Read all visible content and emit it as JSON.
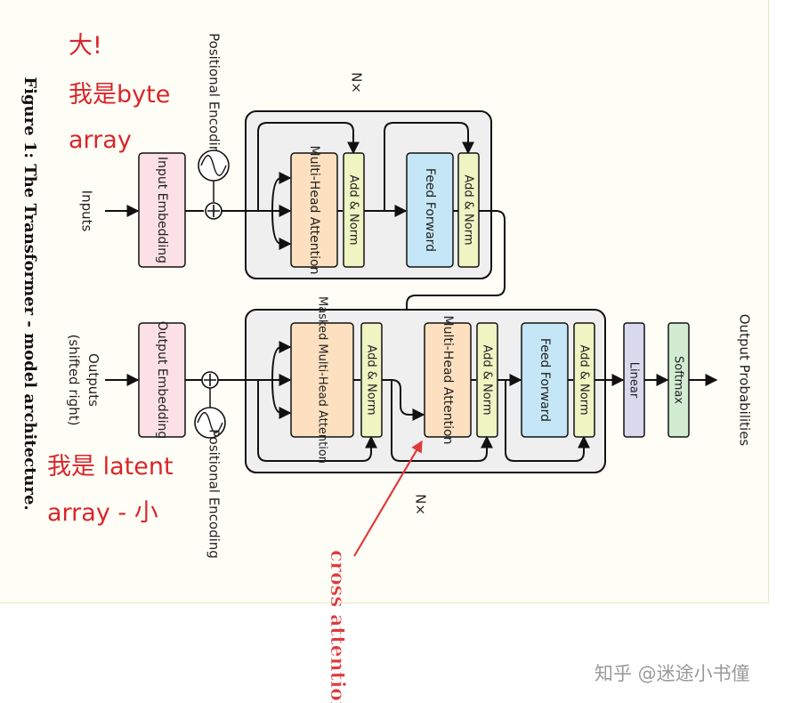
{
  "figure": {
    "caption": "Figure 1: The Transformer - model architecture.",
    "encoder": {
      "input_label": "Inputs",
      "embedding": "Input Embedding",
      "positional_encoding": "Positional Encoding",
      "repeat": "N×",
      "attention": "Multi-Head Attention",
      "add_norm_1": "Add & Norm",
      "feed_forward": "Feed Forward",
      "add_norm_2": "Add & Norm"
    },
    "decoder": {
      "input_label_1": "Outputs",
      "input_label_2": "(shifted right)",
      "embedding": "Output Embedding",
      "positional_encoding": "Positional Encoding",
      "repeat": "N×",
      "masked_attention": "Masked Multi-Head Attention",
      "add_norm_1": "Add & Norm",
      "cross_attention": "Multi-Head Attention",
      "add_norm_2": "Add & Norm",
      "feed_forward": "Feed Forward",
      "add_norm_3": "Add & Norm"
    },
    "head": {
      "linear": "Linear",
      "softmax": "Softmax",
      "output_label": "Output Probabilities"
    }
  },
  "annotations": {
    "big_line1": "大!",
    "big_line2": "我是byte",
    "big_line3": "array",
    "small_line1": "我是 latent",
    "small_line2": "array - 小",
    "cross_attention": "cross attention"
  },
  "watermark": "知乎 @迷途小书僮",
  "colors": {
    "annotation_red": "#d8262b",
    "embedding_fill": "#fbe0e5",
    "attention_fill": "#fde0c0",
    "addnorm_fill": "#eef4c2",
    "ffn_fill": "#c4e6f6",
    "linear_fill": "#d9d9ee",
    "softmax_fill": "#d2ecd2",
    "block_fill": "#efefef"
  }
}
